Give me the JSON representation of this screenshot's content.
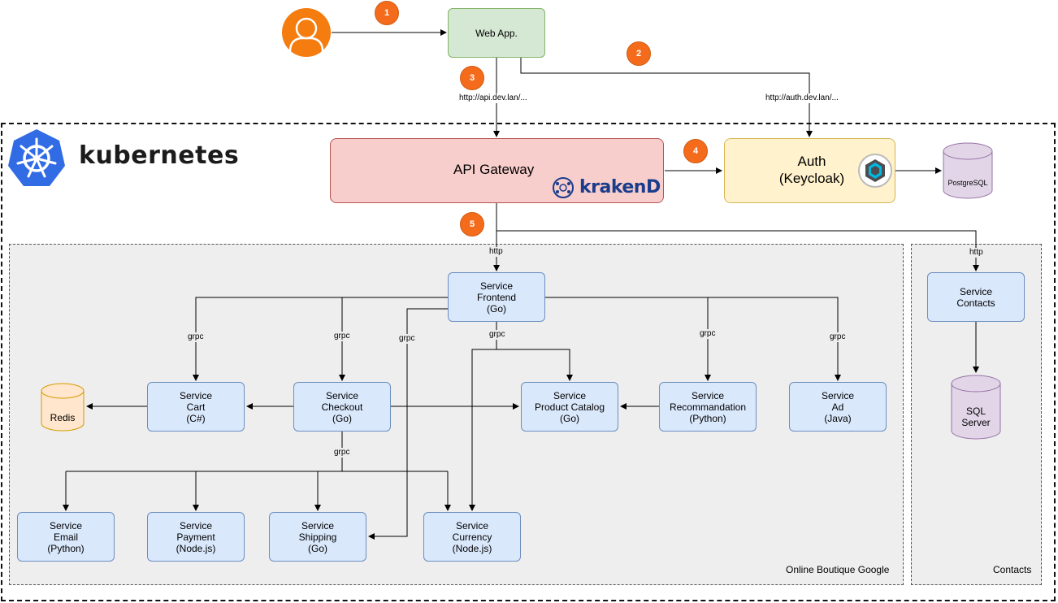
{
  "cluster": {
    "logo_text": "kubernetes"
  },
  "user": {
    "icon": "user-icon"
  },
  "webapp": {
    "label": "Web App."
  },
  "gateway": {
    "label": "API Gateway",
    "logo_text": "krakenD"
  },
  "auth": {
    "label": "Auth\n(Keycloak)"
  },
  "databases": {
    "postgres": "PostgreSQL",
    "redis": "Redis",
    "sqlserver": "SQL\nServer"
  },
  "steps": [
    "1",
    "2",
    "3",
    "4",
    "5"
  ],
  "edge_labels": {
    "api_url": "http://api.dev.lan/...",
    "auth_url": "http://auth.dev.lan/...",
    "http_frontend": "http",
    "http_contacts": "http",
    "grpc_cart": "grpc",
    "grpc_checkout": "grpc",
    "grpc_shipping": "grpc",
    "grpc_currency": "grpc",
    "grpc_recommendation": "grpc",
    "grpc_ad": "grpc",
    "grpc_checkout_out": "grpc"
  },
  "namespaces": {
    "boutique": "Online Boutique Google",
    "contacts": "Contacts"
  },
  "services": {
    "frontend": "Service\nFrontend\n(Go)",
    "cart": "Service\nCart\n(C#)",
    "checkout": "Service\nCheckout\n(Go)",
    "catalog": "Service\nProduct Catalog\n(Go)",
    "recommendation": "Service\nRecommandation\n(Python)",
    "ad": "Service\nAd\n(Java)",
    "email": "Service\nEmail\n(Python)",
    "payment": "Service\nPayment\n(Node.js)",
    "shipping": "Service\nShipping\n(Go)",
    "currency": "Service\nCurrency\n(Node.js)",
    "contacts": "Service\nContacts"
  },
  "colors": {
    "service_fill": "#dae8fc",
    "gateway_fill": "#f8cecc",
    "auth_fill": "#fff2cc",
    "webapp_fill": "#d5e8d4",
    "step_badge": "#f46c1b",
    "kubernetes_blue": "#326ce5"
  }
}
